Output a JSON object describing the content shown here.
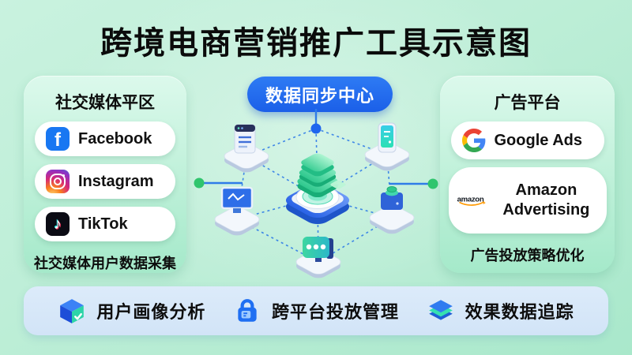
{
  "title": "跨境电商营销推广工具示意图",
  "social_panel": {
    "header": "社交媒体平区",
    "platforms": [
      {
        "name": "Facebook",
        "icon": "facebook-icon"
      },
      {
        "name": "Instagram",
        "icon": "instagram-icon"
      },
      {
        "name": "TikTok",
        "icon": "tiktok-icon"
      }
    ],
    "caption": "社交媒体用户数据采集"
  },
  "sync_center": {
    "label": "数据同步中心"
  },
  "ads_panel": {
    "header": "广告平台",
    "platforms": [
      {
        "name": "Google Ads",
        "icon": "google-icon"
      },
      {
        "name": "Amazon Advertising",
        "icon": "amazon-icon"
      }
    ],
    "caption": "广告投放策略优化"
  },
  "features": [
    {
      "label": "用户画像分析",
      "icon": "cube-icon"
    },
    {
      "label": "跨平台投放管理",
      "icon": "lock-icon"
    },
    {
      "label": "效果数据追踪",
      "icon": "layers-icon"
    }
  ],
  "illustration": {
    "center": "data-stack-hub",
    "nodes": [
      "document-server",
      "smartphone",
      "monitor-chart",
      "iot-device",
      "chat-terminal"
    ]
  },
  "colors": {
    "background_mint": "#bdeed7",
    "badge_blue": "#1f66ee",
    "line_blue": "#2f7ce8",
    "connector_green": "#2fc56d",
    "bottom_bar_blue": "#d8e8f8",
    "facebook_blue": "#1877f2",
    "tiktok_black": "#0b0b14",
    "amazon_orange": "#ff9900",
    "stack_green": "#3ecf96"
  }
}
